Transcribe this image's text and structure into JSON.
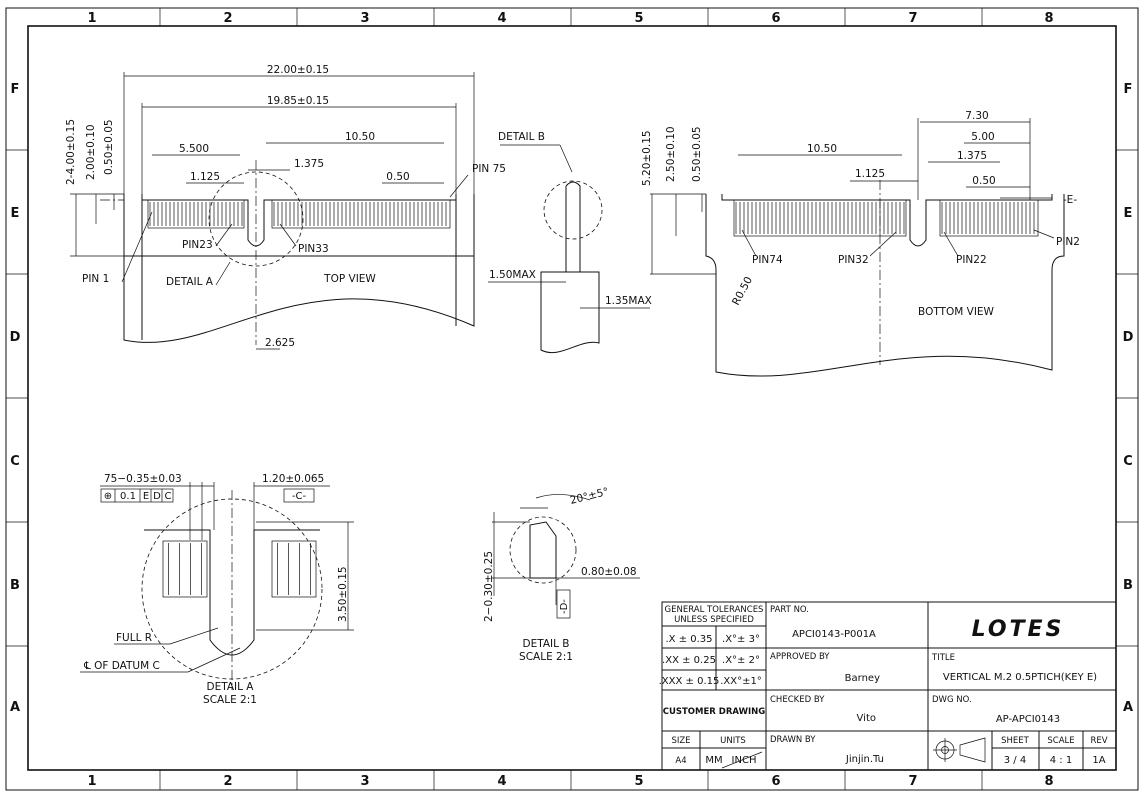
{
  "zones": {
    "columns": [
      "1",
      "2",
      "3",
      "4",
      "5",
      "6",
      "7",
      "8"
    ],
    "rows": [
      "F",
      "E",
      "D",
      "C",
      "B",
      "A"
    ]
  },
  "top_view": {
    "title": "TOP VIEW",
    "dim_overall": "22.00±0.15",
    "dim_inner": "19.85±0.15",
    "dim_5500": "5.500",
    "dim_1125": "1.125",
    "dim_1375": "1.375",
    "dim_1050": "10.50",
    "dim_050": "0.50",
    "dim_2625": "2.625",
    "dim_v1": "2-4.00±0.15",
    "dim_v2": "2.00±0.10",
    "dim_v3": "0.50±0.05",
    "pin75": "PIN 75",
    "pin1": "PIN 1",
    "pin23": "PIN23",
    "pin33": "PIN33",
    "detail_a": "DETAIL A"
  },
  "side_view": {
    "detail_b": "DETAIL B",
    "max150": "1.50MAX",
    "max135": "1.35MAX"
  },
  "bottom_view": {
    "title": "BOTTOM VIEW",
    "dim_730": "7.30",
    "dim_500": "5.00",
    "dim_1375": "1.375",
    "dim_1050": "10.50",
    "dim_1125": "1.125",
    "dim_050": "0.50",
    "datum_e": "-E-",
    "dim_v1": "5.20±0.15",
    "dim_v2": "2.50±0.10",
    "dim_v3": "0.50±0.05",
    "r050": "R0.50",
    "pin74": "PIN74",
    "pin32": "PIN32",
    "pin22": "PIN22",
    "pin2": "PIN2"
  },
  "detail_a": {
    "dim_pins": "75−0.35±0.03",
    "fcf_sym": "⊕",
    "fcf_tol": "0.1",
    "fcf_e": "E",
    "fcf_d": "D",
    "fcf_c": "C",
    "dim_width": "1.20±0.065",
    "datum_c": "-C-",
    "dim_height": "3.50±0.15",
    "full_r": "FULL R",
    "datum_line": "℄ OF DATUM C",
    "caption1": "DETAIL A",
    "caption2": "SCALE 2:1"
  },
  "detail_b": {
    "angle": "20°±5°",
    "dim_v": "2−0.30±0.25",
    "dim_h": "0.80±0.08",
    "datum_d": "-D-",
    "caption1": "DETAIL B",
    "caption2": "SCALE 2:1"
  },
  "title_block": {
    "gen_tol1": "GENERAL TOLERANCES",
    "gen_tol2": "UNLESS SPECIFIED",
    "tol_x": ".X ± 0.35",
    "tol_xa": ".X°± 3°",
    "tol_xx": ".XX ± 0.25",
    "tol_xxa": ".X°± 2°",
    "tol_xxx": ".XXX ± 0.15",
    "tol_xxxa": ".XX°±1°",
    "customer": "CUSTOMER DRAWING",
    "size_lbl": "SIZE",
    "units_lbl": "UNITS",
    "size_val": "A4",
    "units_mm": "MM",
    "units_inch": "INCH",
    "part_lbl": "PART NO.",
    "part_val": "APCI0143-P001A",
    "approved_lbl": "APPROVED BY",
    "approved_val": "Barney",
    "checked_lbl": "CHECKED BY",
    "checked_val": "Vito",
    "drawn_lbl": "DRAWN BY",
    "drawn_val": "Jinjin.Tu",
    "logo": "LOTES",
    "title_lbl": "TITLE",
    "title_val": "VERTICAL M.2 0.5PTICH(KEY E)",
    "dwg_lbl": "DWG NO.",
    "dwg_val": "AP-APCI0143",
    "sheet_lbl": "SHEET",
    "sheet_val": "3 / 4",
    "scale_lbl": "SCALE",
    "scale_val": "4 : 1",
    "rev_lbl": "REV",
    "rev_val": "1A"
  }
}
